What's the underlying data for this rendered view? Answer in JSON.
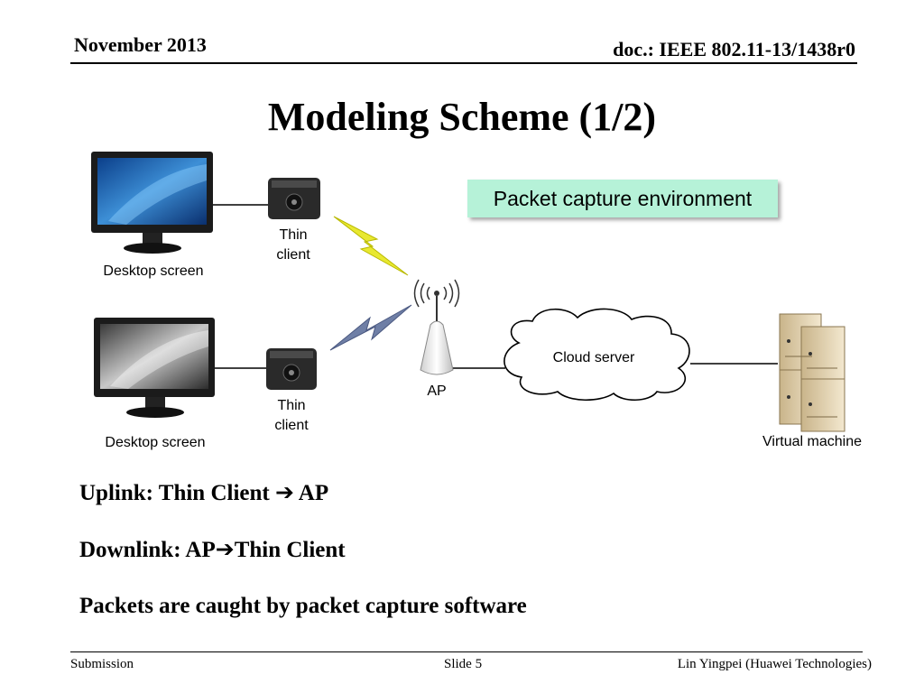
{
  "header": {
    "date": "November 2013",
    "doc_id": "doc.: IEEE 802.11-13/1438r0"
  },
  "title": "Modeling Scheme (1/2)",
  "diagram": {
    "top_screen_label": "Desktop screen",
    "bottom_screen_label": "Desktop screen",
    "top_client_label_line1": "Thin",
    "top_client_label_line2": "client",
    "bottom_client_label_line1": "Thin",
    "bottom_client_label_line2": "client",
    "ap_label": "AP",
    "cloud_label": "Cloud server",
    "vm_label": "Virtual machine",
    "env_label": "Packet capture environment",
    "colors": {
      "env_box": "#b6f2d8",
      "lightning_top": "#e8e830",
      "lightning_bottom": "#6f7fa6"
    }
  },
  "bullets": {
    "uplink_prefix": "Uplink: Thin Client ",
    "uplink_suffix": " AP",
    "downlink_prefix": "Downlink: AP",
    "downlink_suffix": "Thin Client",
    "capture": "Packets are caught by packet capture software",
    "arrow_icon": "right-arrow-icon"
  },
  "footer": {
    "left": "Submission",
    "center": "Slide 5",
    "right": "Lin Yingpei (Huawei Technologies)"
  }
}
